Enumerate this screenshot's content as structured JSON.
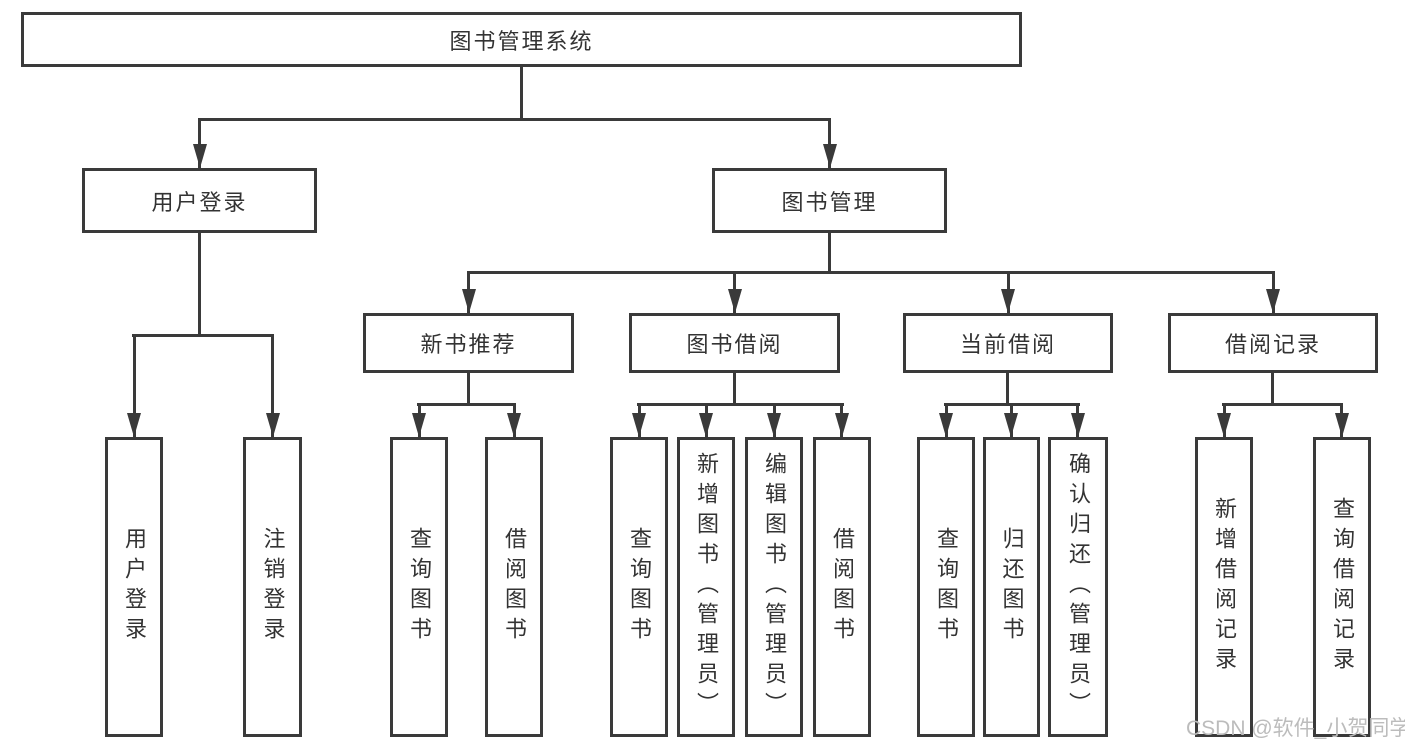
{
  "colors": {
    "background": "#ffffff",
    "line": "#3a3a3a",
    "text": "#333333",
    "watermark": "#bcbcbc"
  },
  "watermark": {
    "text": "CSDN @软件_小贺同学"
  },
  "tree": {
    "label": "图书管理系统",
    "children": [
      {
        "label": "用户登录",
        "children": [
          {
            "label": "用户登录"
          },
          {
            "label": "注销登录"
          }
        ]
      },
      {
        "label": "图书管理",
        "children": [
          {
            "label": "新书推荐",
            "children": [
              {
                "label": "查询图书"
              },
              {
                "label": "借阅图书"
              }
            ]
          },
          {
            "label": "图书借阅",
            "children": [
              {
                "label": "查询图书"
              },
              {
                "label": "新增图书（管理员）"
              },
              {
                "label": "编辑图书（管理员）"
              },
              {
                "label": "借阅图书"
              }
            ]
          },
          {
            "label": "当前借阅",
            "children": [
              {
                "label": "查询图书"
              },
              {
                "label": "归还图书"
              },
              {
                "label": "确认归还（管理员）"
              }
            ]
          },
          {
            "label": "借阅记录",
            "children": [
              {
                "label": "新增借阅记录"
              },
              {
                "label": "查询借阅记录"
              }
            ]
          }
        ]
      }
    ]
  }
}
